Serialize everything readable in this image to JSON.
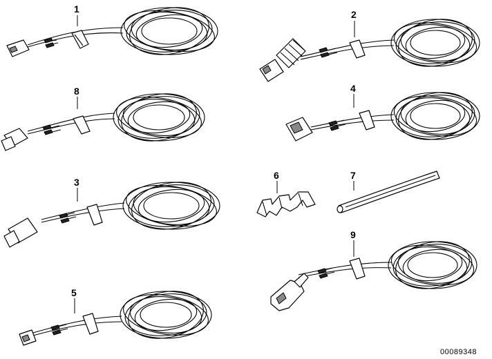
{
  "callouts": {
    "p1": "1",
    "p2": "2",
    "p3": "3",
    "p4": "4",
    "p5": "5",
    "p6": "6",
    "p7": "7",
    "p8": "8",
    "p9": "9"
  },
  "reference_number": "00089348"
}
